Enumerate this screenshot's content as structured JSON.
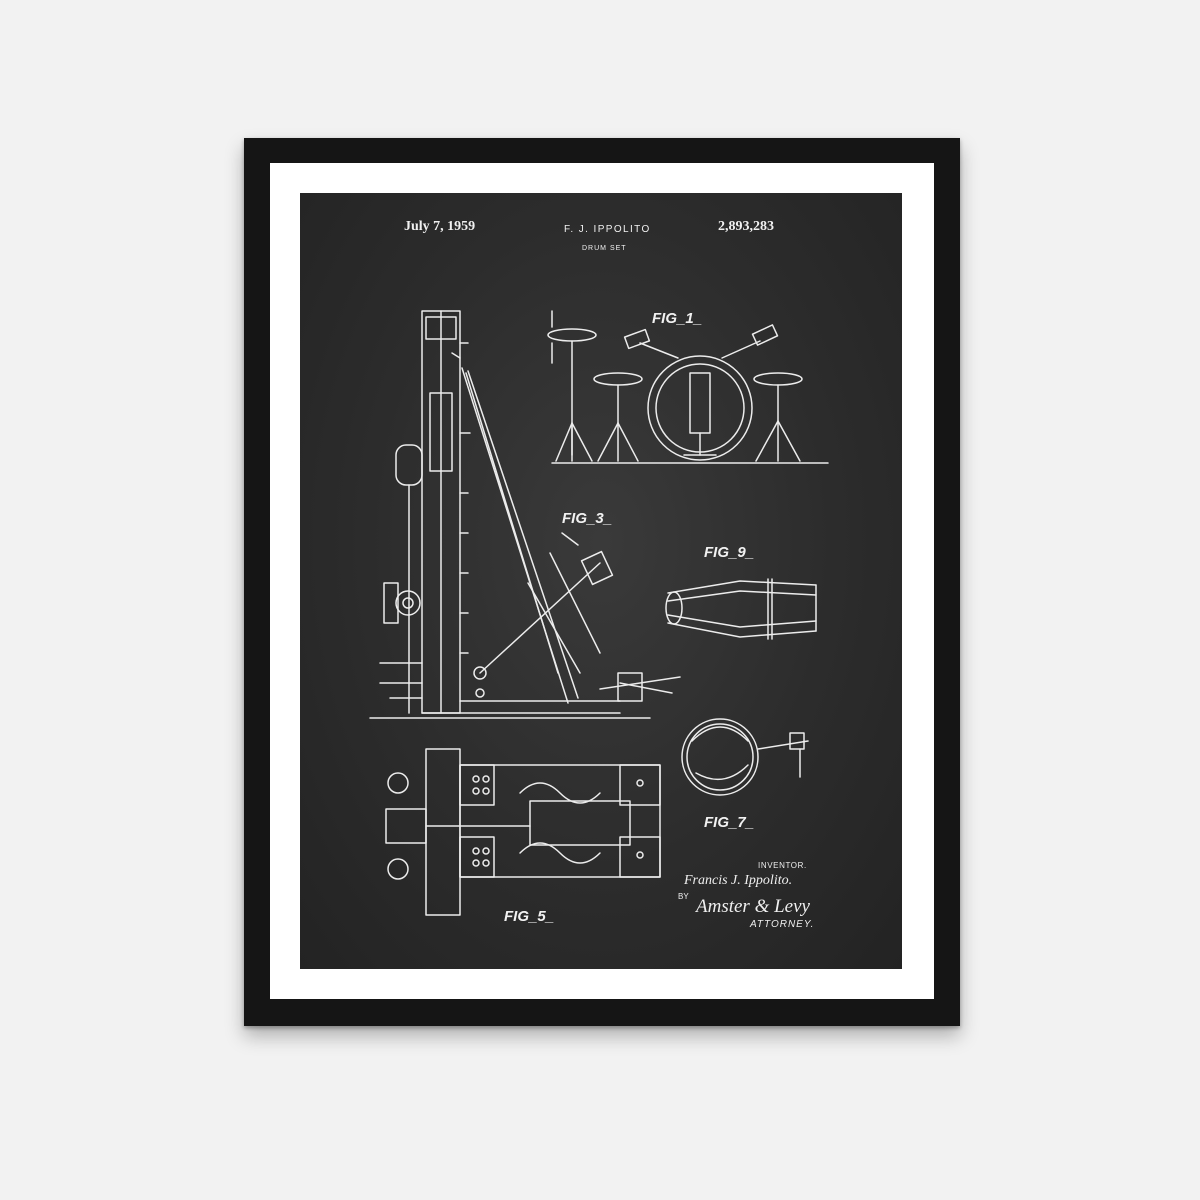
{
  "print": {
    "date": "July 7, 1959",
    "inventor_header": "F. J. IPPOLITO",
    "patent_number": "2,893,283",
    "title": "DRUM SET"
  },
  "figures": {
    "fig1": "FIG_1_",
    "fig3": "FIG_3_",
    "fig5": "FIG_5_",
    "fig7": "FIG_7_",
    "fig9": "FIG_9_"
  },
  "signature": {
    "inventor_label": "INVENTOR.",
    "inventor_name": "Francis J. Ippolito.",
    "by": "BY",
    "attorney_name": "Amster & Levy",
    "attorney_label": "ATTORNEY."
  },
  "colors": {
    "frame": "#151515",
    "mat": "#ffffff",
    "chalkboard": "#2c2c2c",
    "ink": "#f1f1f1",
    "wall": "#f2f2f2"
  }
}
